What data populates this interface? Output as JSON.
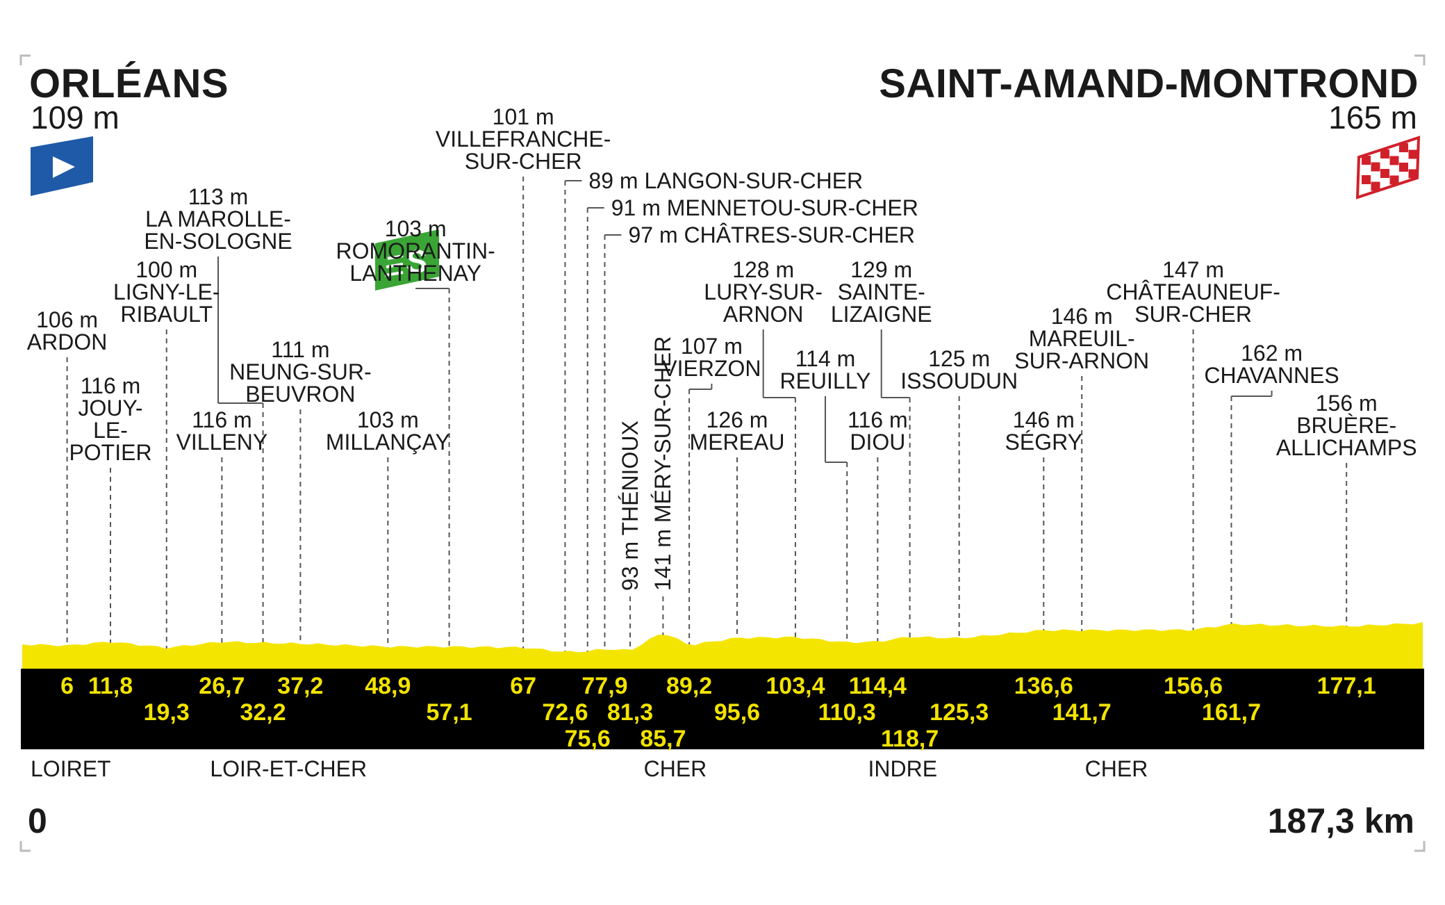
{
  "start": {
    "name": "ORLÉANS",
    "altitude": "109 m"
  },
  "finish": {
    "name": "SAINT-AMAND-MONTROND",
    "altitude": "165 m"
  },
  "distance": {
    "start": "0",
    "end": "187,3 km"
  },
  "departments": [
    {
      "name": "LOIRET",
      "km": 0
    },
    {
      "name": "LOIR-ET-CHER",
      "km": 24
    },
    {
      "name": "CHER",
      "km": 82
    },
    {
      "name": "INDRE",
      "km": 112
    },
    {
      "name": "CHER",
      "km": 141
    }
  ],
  "places": [
    {
      "km": 6,
      "alt": "106 m",
      "lines": [
        "ARDON"
      ],
      "level": 460
    },
    {
      "km": 11.8,
      "alt": "116 m",
      "lines": [
        "JOUY-",
        "LE-",
        "POTIER"
      ],
      "level": 555
    },
    {
      "km": 19.3,
      "alt": "100 m",
      "lines": [
        "LIGNY-LE-",
        "RIBAULT"
      ],
      "level": 388
    },
    {
      "km": 26.7,
      "alt": "116 m",
      "lines": [
        "VILLENY"
      ],
      "level": 604
    },
    {
      "km": 32.2,
      "alt": "113 m",
      "lines": [
        "LA MAROLLE-",
        "EN-SOLOGNE"
      ],
      "level": 283,
      "anchor_km": 26.2,
      "elbow": 580
    },
    {
      "km": 37.2,
      "alt": "111 m",
      "lines": [
        "NEUNG-SUR-",
        "BEUVRON"
      ],
      "level": 503
    },
    {
      "km": 48.9,
      "alt": "103 m",
      "lines": [
        "MILLANÇAY"
      ],
      "level": 604
    },
    {
      "km": 57.1,
      "alt": "103 m",
      "lines": [
        "ROMORANTIN-",
        "LANTHENAY"
      ],
      "level": 329,
      "anchor_km": 52.6,
      "elbow": 415,
      "sprint": true
    },
    {
      "km": 67,
      "alt": "101 m",
      "lines": [
        "VILLEFRANCHE-",
        "SUR-CHER"
      ],
      "level": 168
    },
    {
      "km": 95.6,
      "alt": "126 m",
      "lines": [
        "MEREAU"
      ],
      "level": 604
    },
    {
      "km": 89.2,
      "alt": "107 m",
      "lines": [
        "VIERZON"
      ],
      "level": 498,
      "anchor_km": 92.2,
      "elbow": 560
    },
    {
      "km": 103.4,
      "alt": "128 m",
      "lines": [
        "LURY-SUR-",
        "ARNON"
      ],
      "level": 388,
      "anchor_km": 99.1,
      "elbow": 572
    },
    {
      "km": 110.3,
      "alt": "114 m",
      "lines": [
        "REUILLY"
      ],
      "level": 516,
      "anchor_km": 107.4,
      "elbow": 665
    },
    {
      "km": 114.4,
      "alt": "116 m",
      "lines": [
        "DIOU"
      ],
      "level": 604
    },
    {
      "km": 118.7,
      "alt": "129 m",
      "lines": [
        "SAINTE-",
        "LIZAIGNE"
      ],
      "level": 388,
      "anchor_km": 114.9,
      "elbow": 572
    },
    {
      "km": 125.3,
      "alt": "125 m",
      "lines": [
        "ISSOUDUN"
      ],
      "level": 516
    },
    {
      "km": 136.6,
      "alt": "146 m",
      "lines": [
        "SÉGRY"
      ],
      "level": 604
    },
    {
      "km": 141.7,
      "alt": "146 m",
      "lines": [
        "MAREUIL-",
        "SUR-ARNON"
      ],
      "level": 455
    },
    {
      "km": 156.6,
      "alt": "147 m",
      "lines": [
        "CHÂTEAUNEUF-",
        "SUR-CHER"
      ],
      "level": 388
    },
    {
      "km": 161.7,
      "alt": "162 m",
      "lines": [
        "CHAVANNES"
      ],
      "level": 508,
      "anchor_km": 167.1,
      "elbow": 570
    },
    {
      "km": 177.1,
      "alt": "156 m",
      "lines": [
        "BRUÈRE-",
        "ALLICHAMPS"
      ],
      "level": 580
    }
  ],
  "side_places": [
    {
      "km": 72.6,
      "label": "89 m LANGON-SUR-CHER",
      "level": 260
    },
    {
      "km": 75.6,
      "label": "91 m MENNETOU-SUR-CHER",
      "level": 299
    },
    {
      "km": 77.9,
      "label": "97 m CHÂTRES-SUR-CHER",
      "level": 338
    }
  ],
  "vertical_places": [
    {
      "km": 81.3,
      "label": "93 m THÉNIOUX"
    },
    {
      "km": 85.7,
      "label": "141 m MÉRY-SUR-CHER"
    }
  ],
  "km_rows": [
    [
      "6",
      "11,8",
      "26,7",
      "37,2",
      "48,9",
      "67",
      "77,9",
      "89,2",
      "103,4",
      "114,4",
      "136,6",
      "156,6",
      "177,1"
    ],
    [
      "19,3",
      "32,2",
      "57,1",
      "72,6",
      "81,3",
      "95,6",
      "110,3",
      "125,3",
      "141,7",
      "161,7"
    ],
    [
      "75,6",
      "85,7",
      "118,7"
    ]
  ],
  "colors": {
    "profile": "#f4e501",
    "band": "#000000",
    "km_text": "#f2e300",
    "start_flag": "#1e5aa8",
    "sprint": "#3aa535",
    "finish_flag": "#d0202a"
  },
  "icons": {
    "start": "start-flag-icon",
    "finish": "finish-checkered-flag-icon",
    "sprint": "sprint-icon"
  }
}
